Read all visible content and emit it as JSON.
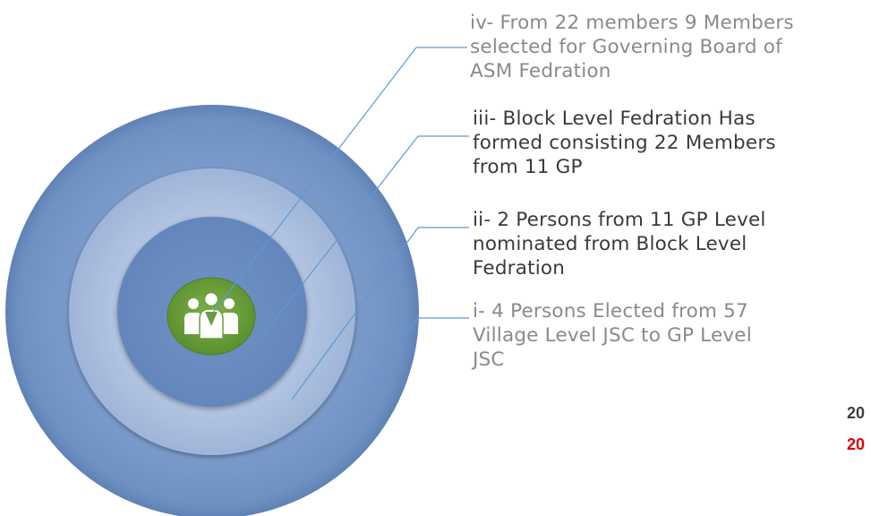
{
  "levels": [
    {
      "id": "i",
      "text": " i- 4 Persons Elected from 57\nVillage Level JSC to GP Level\nJSC"
    },
    {
      "id": "ii",
      "text": "ii- 2 Persons from 11 GP Level\nnominated from Block Level\nFedration"
    },
    {
      "id": "iii",
      "text": "iii- Block Level Fedration Has\nformed consisting 22 Members\nfrom 11 GP"
    },
    {
      "id": "iv",
      "text": "iv- From 22 members 9 Members\nselected for Governing Board of\nASM Fedration"
    }
  ],
  "cut_off_text": [
    "20",
    "20"
  ],
  "colors": {
    "outer_ring": "#7294c4",
    "middle_ring": "#a6bbdb",
    "inner_disc": "#6b8fc3",
    "center_icon_bg": "#6a9e3a",
    "leader_line": "#5b9bd5",
    "year_1": "#404040",
    "year_2": "#e00000"
  },
  "center_icon": "people-group-icon"
}
